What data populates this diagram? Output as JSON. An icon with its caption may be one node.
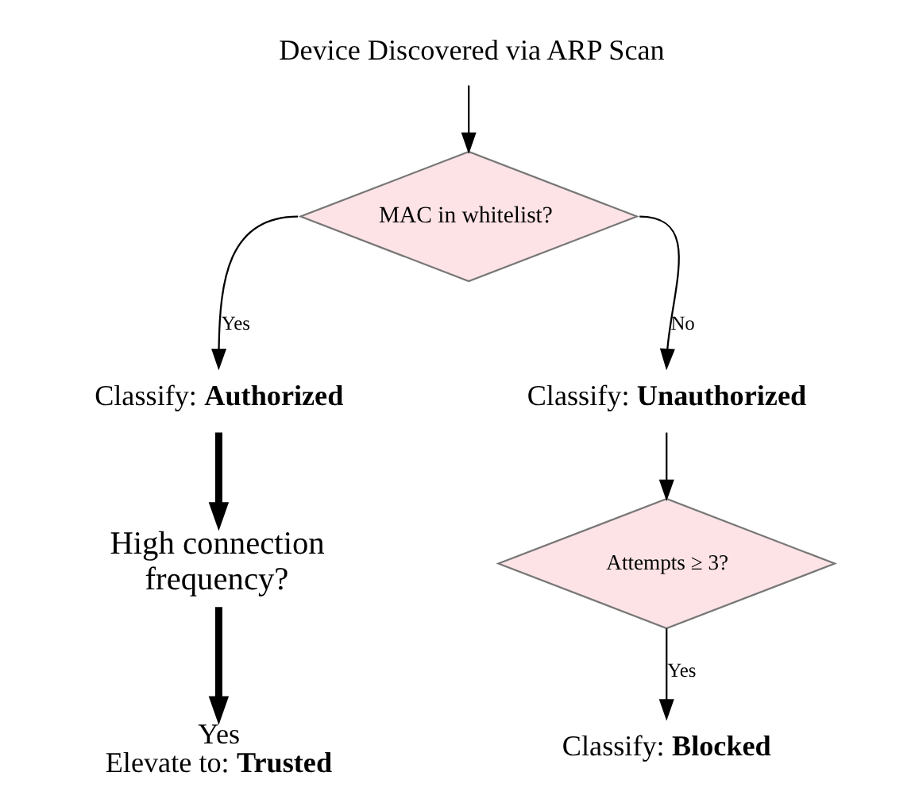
{
  "diagram": {
    "nodes": [
      {
        "text": [
          "Device Discovered via ARP Scan"
        ]
      },
      {
        "text": [
          "MAC in whitelist?"
        ]
      },
      {
        "text": [
          "Classify: **Authorized**"
        ]
      },
      {
        "text": [
          "Classify: **Unauthorized**"
        ]
      },
      {
        "text": [
          "High connection frequency?"
        ]
      },
      {
        "text": [
          "Attempts ≥ 3?"
        ]
      },
      {
        "text": [
          "Yes",
          "Elevate to: **Trusted**"
        ]
      },
      {
        "text": [
          "Classify: **Blocked**"
        ]
      }
    ],
    "edges": [
      {
        "from": 0,
        "to": 1,
        "arrow": "to"
      },
      {
        "from": 1,
        "to": 2,
        "arrow": "to",
        "label": "Yes"
      },
      {
        "from": 1,
        "to": 3,
        "arrow": "to",
        "label": "No"
      },
      {
        "from": 2,
        "to": 4,
        "arrow": "to",
        "style": "thick"
      },
      {
        "from": 3,
        "to": 5,
        "arrow": "to"
      },
      {
        "from": 4,
        "to": 6,
        "arrow": "to",
        "style": "thick"
      },
      {
        "from": 5,
        "to": 7,
        "arrow": "to",
        "label": "Yes"
      }
    ]
  }
}
